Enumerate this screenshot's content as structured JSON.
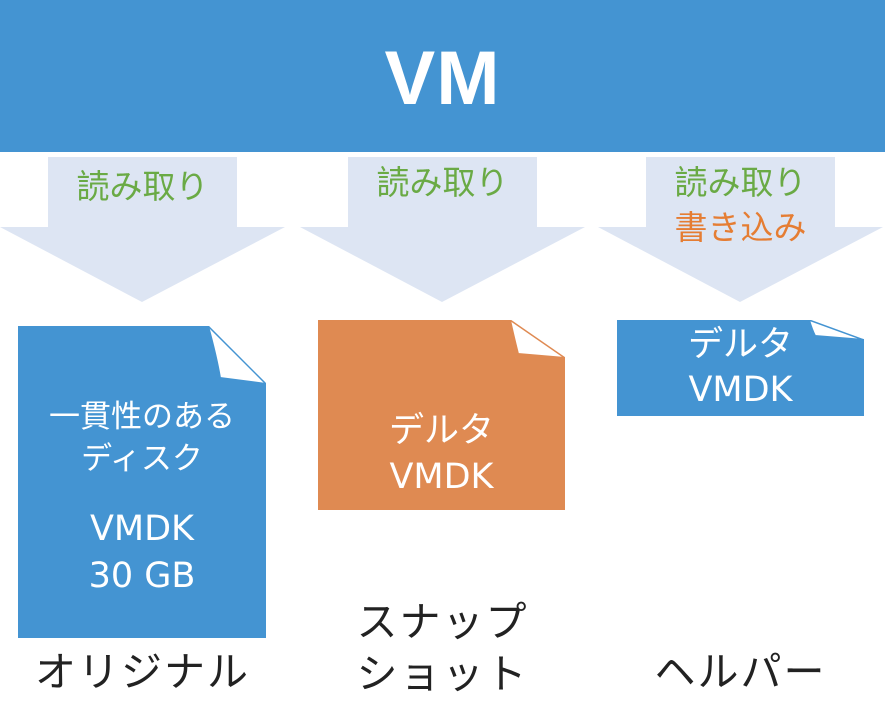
{
  "vm_title": "VM",
  "columns": [
    {
      "arrow": {
        "lines": [
          {
            "text": "読み取り",
            "kind": "read"
          }
        ]
      },
      "disk": {
        "desc_lines": [
          "一貫性のある",
          "ディスク"
        ],
        "name": "VMDK",
        "size": "30 GB",
        "color": "#4494d2"
      },
      "caption_lines": [
        "オリジナル"
      ]
    },
    {
      "arrow": {
        "lines": [
          {
            "text": "読み取り",
            "kind": "read"
          }
        ]
      },
      "disk": {
        "lines": [
          "デルタ",
          "VMDK"
        ],
        "color": "#df8a52"
      },
      "caption_lines": [
        "スナップ",
        "ショット"
      ]
    },
    {
      "arrow": {
        "lines": [
          {
            "text": "読み取り",
            "kind": "read"
          },
          {
            "text": "書き込み",
            "kind": "write"
          }
        ]
      },
      "disk": {
        "lines": [
          "デルタ",
          "VMDK"
        ],
        "color": "#4494d2"
      },
      "caption_lines": [
        "ヘルパー"
      ]
    }
  ],
  "colors": {
    "vm_bar": "#4494d2",
    "arrow_fill": "#dde5f3",
    "read_text": "#6aaa45",
    "write_text": "#e57d33",
    "blue_disk": "#4494d2",
    "orange_disk": "#df8a52"
  }
}
